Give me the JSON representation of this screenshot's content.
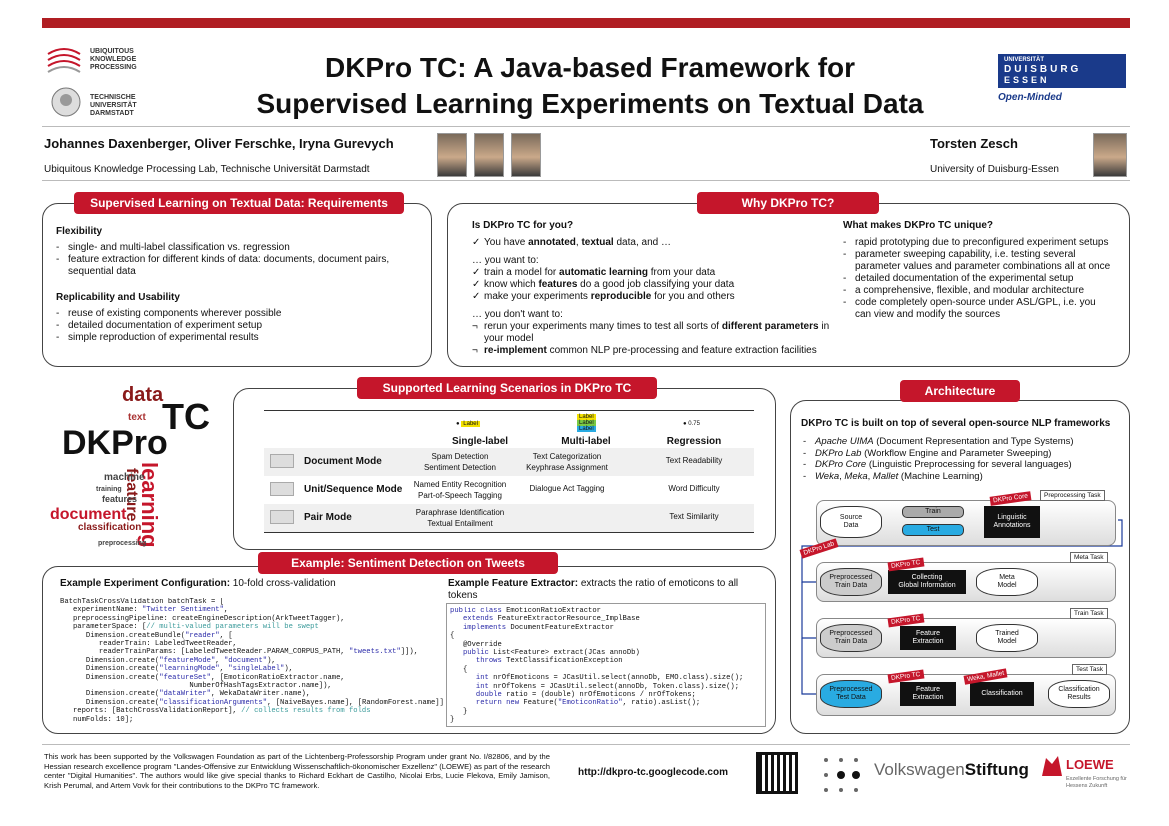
{
  "title": {
    "line1": "DKPro TC: A Java-based Framework for",
    "line2": "Supervised Learning Experiments on Textual Data"
  },
  "logos": {
    "ukp": "UBIQUITOUS KNOWLEDGE PROCESSING",
    "tud": "TECHNISCHE UNIVERSITÄT DARMSTADT",
    "ude_top": "UNIVERSITÄT",
    "ude_mid": "DUISBURG",
    "ude_bot": "ESSEN",
    "ude_slogan": "Open-Minded"
  },
  "authors": {
    "left_names": "Johannes Daxenberger, Oliver Ferschke, Iryna Gurevych",
    "left_affil": "Ubiquitous Knowledge Processing Lab, Technische Universität Darmstadt",
    "right_name": "Torsten Zesch",
    "right_affil": "University of Duisburg-Essen"
  },
  "req": {
    "tab": "Supervised Learning on Textual Data: Requirements",
    "h1": "Flexibility",
    "list1": [
      "single- and multi-label classification vs. regression",
      "feature extraction for different kinds of data: documents, document pairs, sequential data"
    ],
    "h2": "Replicability and Usability",
    "list2": [
      "reuse of existing components wherever possible",
      "detailed documentation of experiment setup",
      "simple reproduction of experimental results"
    ]
  },
  "why": {
    "tab": "Why DKPro TC?",
    "q": "Is DKPro TC for you?",
    "have": {
      "a": "You have ",
      "b1": "annotated",
      "c": ", ",
      "b2": "textual",
      "d": " data, and …"
    },
    "want_intro": "… you want to:",
    "want": [
      {
        "a": "train a model for ",
        "b": "automatic learning",
        "c": " from your data"
      },
      {
        "a": "know which ",
        "b": "features",
        "c": " do a good job classifying your data"
      },
      {
        "a": "make your experiments ",
        "b": "reproducible",
        "c": " for you and others"
      }
    ],
    "dont_intro": "… you don't want to:",
    "dont1": {
      "a": "rerun your experiments many times to test all sorts of ",
      "b": "different parameters",
      "c": " in your model"
    },
    "dont2": {
      "b": "re-implement",
      "c": " common NLP pre-processing and feature extraction facilities"
    },
    "unique_h": "What makes DKPro TC unique?",
    "unique": [
      "rapid prototyping due to preconfigured experiment setups",
      "parameter sweeping capability, i.e. testing several parameter values and parameter combinations all at once",
      "detailed documentation of the experimental setup",
      "a comprehensive, flexible, and modular architecture",
      "code completely open-source under ASL/GPL, i.e. you can view and modify the sources"
    ]
  },
  "scenarios": {
    "tab": "Supported Learning Scenarios in DKPro TC",
    "cols": [
      "Single-label",
      "Multi-label",
      "Regression"
    ],
    "icon_labels": {
      "single": "Label",
      "multi": "Label",
      "reg": "0.75"
    },
    "rows": [
      {
        "mode": "Document Mode",
        "single": "Spam Detection\nSentiment Detection",
        "multi": "Text Categorization\nKeyphrase Assignment",
        "reg": "Text Readability"
      },
      {
        "mode": "Unit/Sequence Mode",
        "single": "Named Entity Recognition\nPart-of-Speech Tagging",
        "multi": "Dialogue Act Tagging",
        "reg": "Word Difficulty"
      },
      {
        "mode": "Pair Mode",
        "single": "Paraphrase Identification\nTextual Entailment",
        "multi": "",
        "reg": "Text Similarity"
      }
    ]
  },
  "cloud": {
    "big1": "DKPro",
    "big2": "TC",
    "words": [
      "data",
      "learning",
      "feature",
      "document",
      "classification",
      "machine",
      "features",
      "text",
      "preprocessing",
      "training"
    ]
  },
  "arch": {
    "tab": "Architecture",
    "lead": "DKPro TC is built on top of several open-source NLP frameworks",
    "items": [
      {
        "i": "Apache UIMA",
        "r": " (Document Representation and Type Systems)"
      },
      {
        "i": "DKPro Lab",
        "r": " (Workflow Engine and Parameter Sweeping)"
      },
      {
        "i": "DKPro Core",
        "r": " (Linguistic Preprocessing for several languages)"
      },
      {
        "i": "Weka",
        "m": ", ",
        "i2": "Meka",
        "m2": ", ",
        "i3": "Mallet",
        "r": " (Machine Learning)"
      }
    ],
    "diagram": {
      "preproc_task": "Preprocessing Task",
      "meta_task": "Meta Task",
      "train_task": "Train Task",
      "test_task": "Test Task",
      "dkpro_core": "DKPro Core",
      "dkpro_lab": "DKPro Lab",
      "dkpro_tc": "DKPro TC",
      "weka": "Weka, Mallet",
      "source": "Source\nData",
      "train": "Train",
      "test": "Test",
      "ling": "Linguistic\nAnnotations",
      "pre_train": "Preprocessed\nTrain Data",
      "collect": "Collecting\nGlobal Information",
      "meta_model": "Meta\nModel",
      "feat": "Feature\nExtraction",
      "trained": "Trained\nModel",
      "pre_test": "Preprocessed\nTest Data",
      "classif": "Classification",
      "results": "Classification\nResults"
    }
  },
  "example": {
    "tab": "Example: Sentiment Detection on Tweets",
    "cfg_h_b": "Example Experiment Configuration:",
    "cfg_h_r": " 10-fold cross-validation",
    "fe_h_b": "Example Feature Extractor:",
    "fe_h_r": " extracts the ratio of emoticons to all tokens"
  },
  "footer": {
    "ack": "This work has been supported by the Volkswagen Foundation as part of the Lichtenberg-Professorship Program under grant No. I/82806, and by the Hessian research excellence program \"Landes-Offensive zur Entwicklung Wissenschaftlich-ökonomischer Exzellenz\" (LOEWE) as part of the research center \"Digital Humanities\". The authors would like give special thanks to Richard Eckhart de Castilho, Nicolai Erbs, Lucie Flekova, Emily Jamison, Krish Perumal, and Artem Vovk for their contributions to the DKPro TC framework.",
    "url": "http://dkpro-tc.googlecode.com",
    "vw1": "Volkswagen",
    "vw2": "Stiftung",
    "loewe": "LOEWE",
    "loewe_sub": "Exzellente Forschung für Hessens Zukunft"
  },
  "colors": {
    "accent": "#c5162b",
    "bar": "#b01e23"
  }
}
